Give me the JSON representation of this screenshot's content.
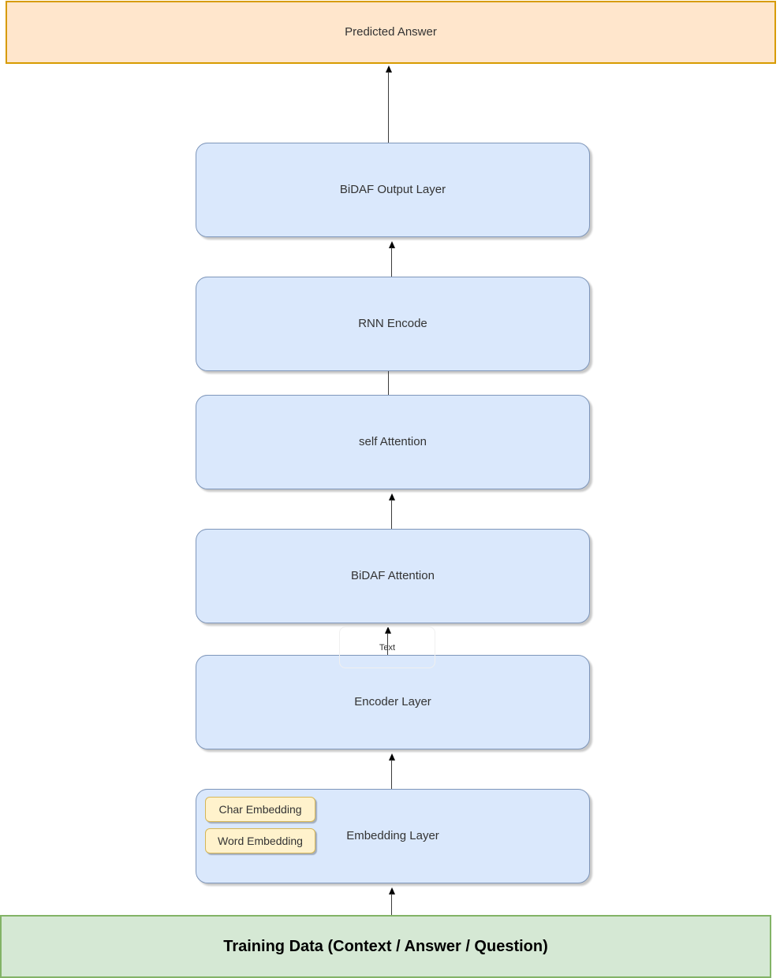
{
  "nodes": {
    "predicted_answer": "Predicted Answer",
    "bidaf_output_layer": "BiDAF Output Layer",
    "rnn_encode": "RNN Encode",
    "self_attention": "self Attention",
    "bidaf_attention": "BiDAF Attention",
    "encoder_layer": "Encoder Layer",
    "embedding_layer": "Embedding Layer",
    "char_embedding": "Char Embedding",
    "word_embedding": "Word Embedding",
    "training_data": "Training Data (Context / Answer / Question)"
  },
  "edge_labels": {
    "encoder_to_bidaf_attention": "Text"
  },
  "colors": {
    "result_fill": "#FFE6CC",
    "result_border": "#D79B00",
    "layer_fill": "#DAE8FC",
    "layer_border": "#6C8EBF",
    "embedding_chip_fill": "#FFF2CC",
    "embedding_chip_border": "#D6B656",
    "data_fill": "#D5E8D4",
    "data_border": "#82B366",
    "arrow": "#000000"
  }
}
